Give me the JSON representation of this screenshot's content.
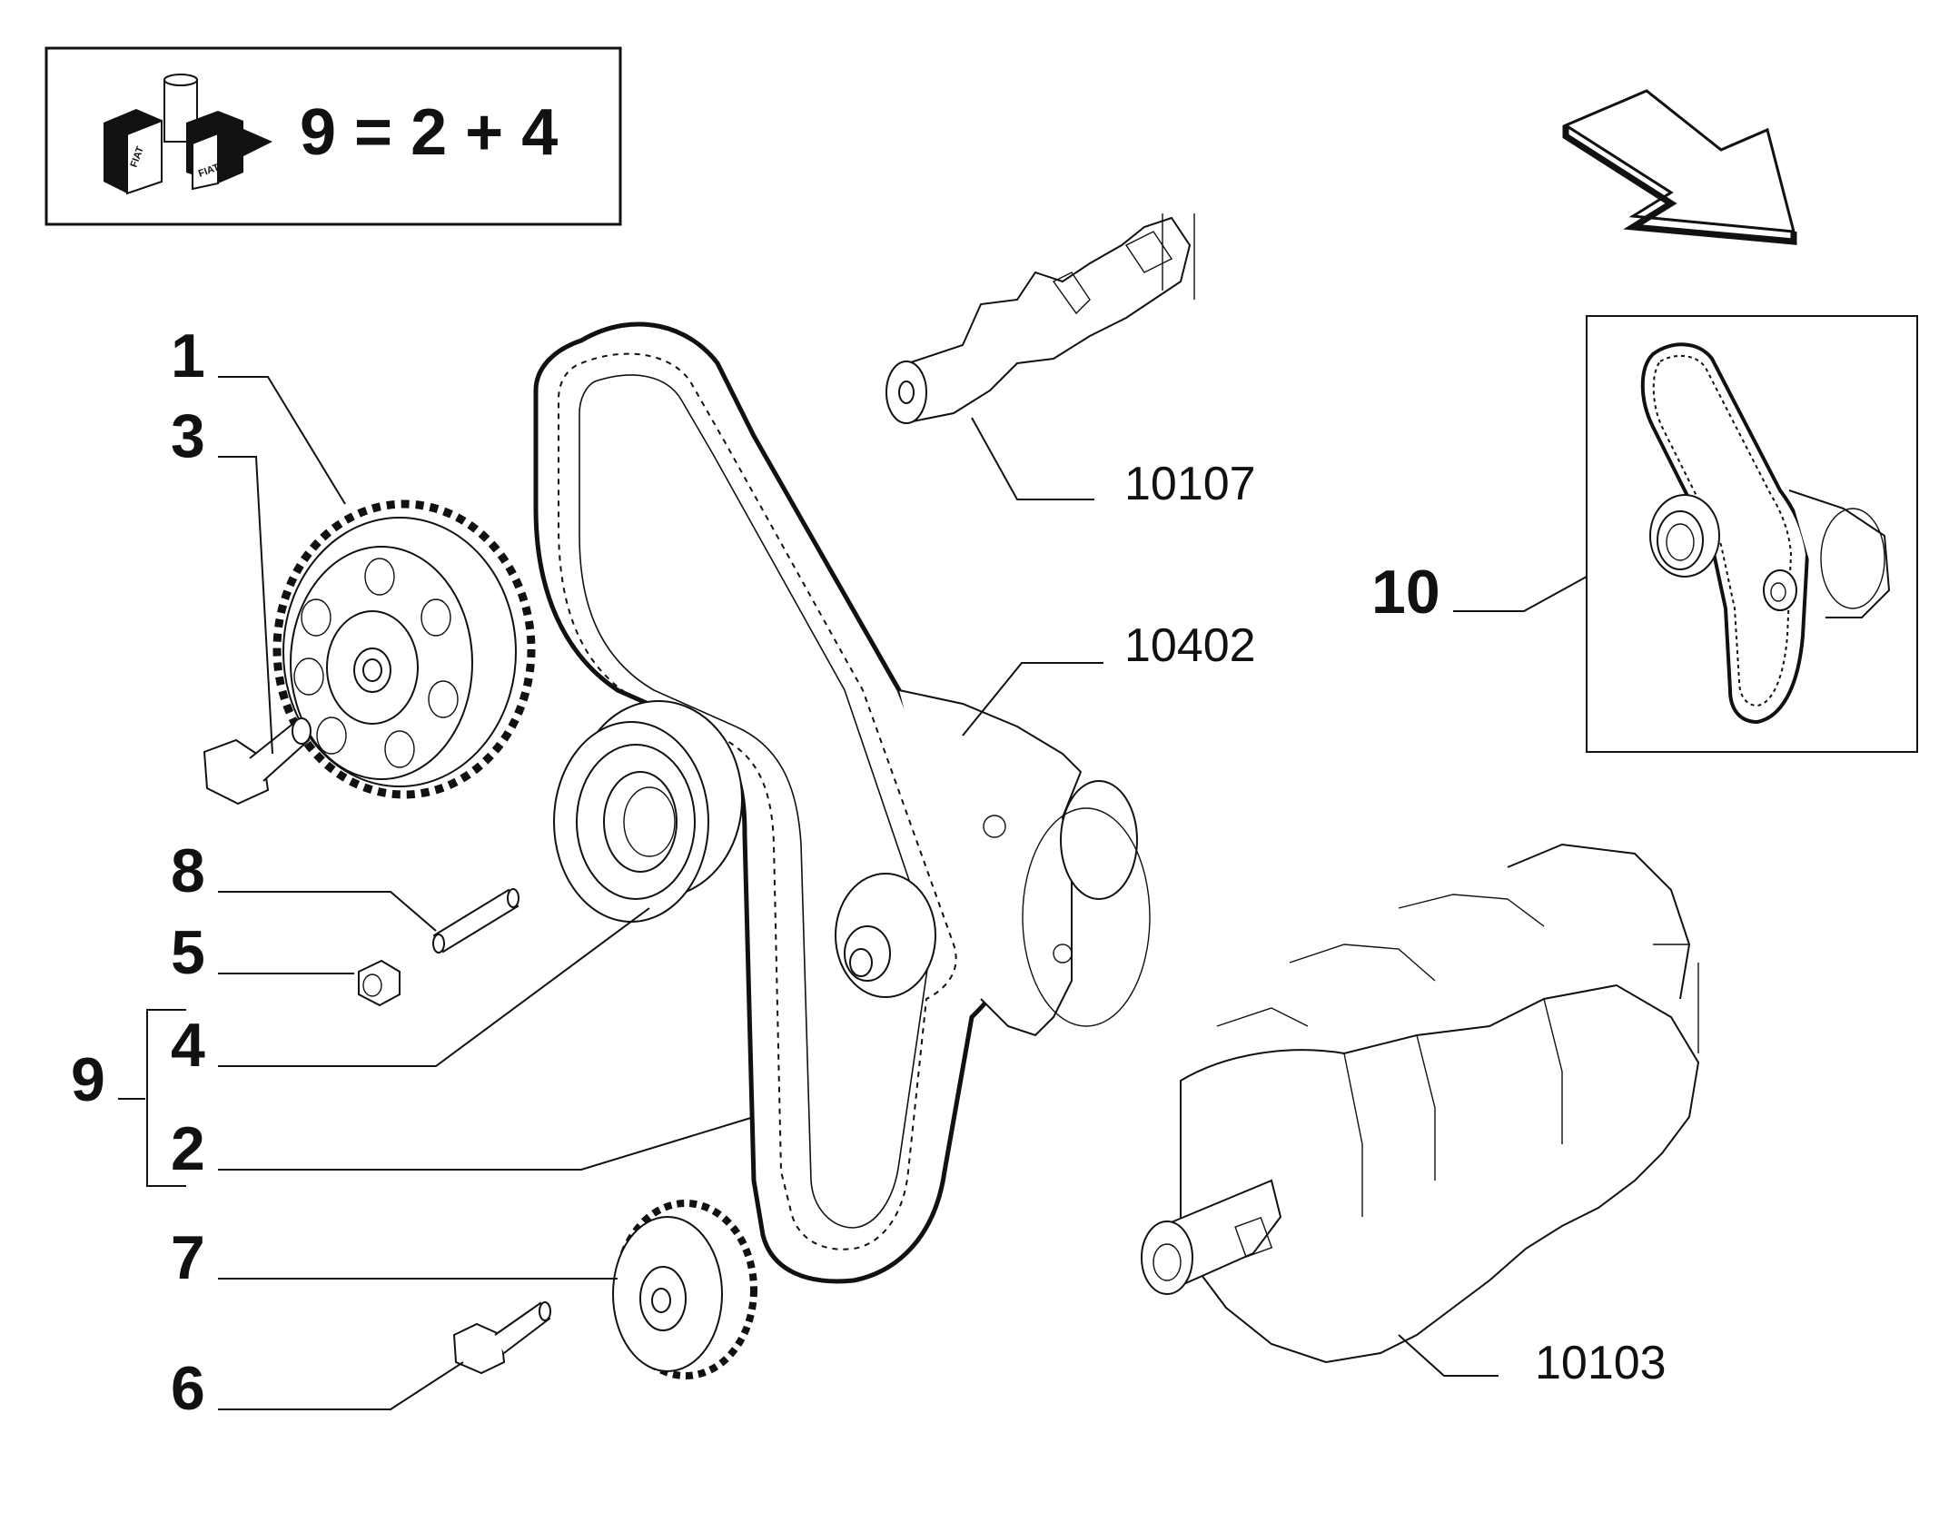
{
  "kit_box": {
    "formula": "9 = 2 + 4",
    "icon": "fiat-kit-icon",
    "logo_text": "FIAT"
  },
  "direction_arrow": {
    "icon": "direction-arrow-icon"
  },
  "callouts": {
    "c1": "1",
    "c2": "2",
    "c3": "3",
    "c4": "4",
    "c5": "5",
    "c6": "6",
    "c7": "7",
    "c8": "8",
    "c9": "9",
    "c10": "10"
  },
  "references": {
    "camshaft": "10107",
    "belt_cover": "10402",
    "crankshaft": "10103"
  },
  "colors": {
    "line": "#111111",
    "background": "#ffffff"
  }
}
